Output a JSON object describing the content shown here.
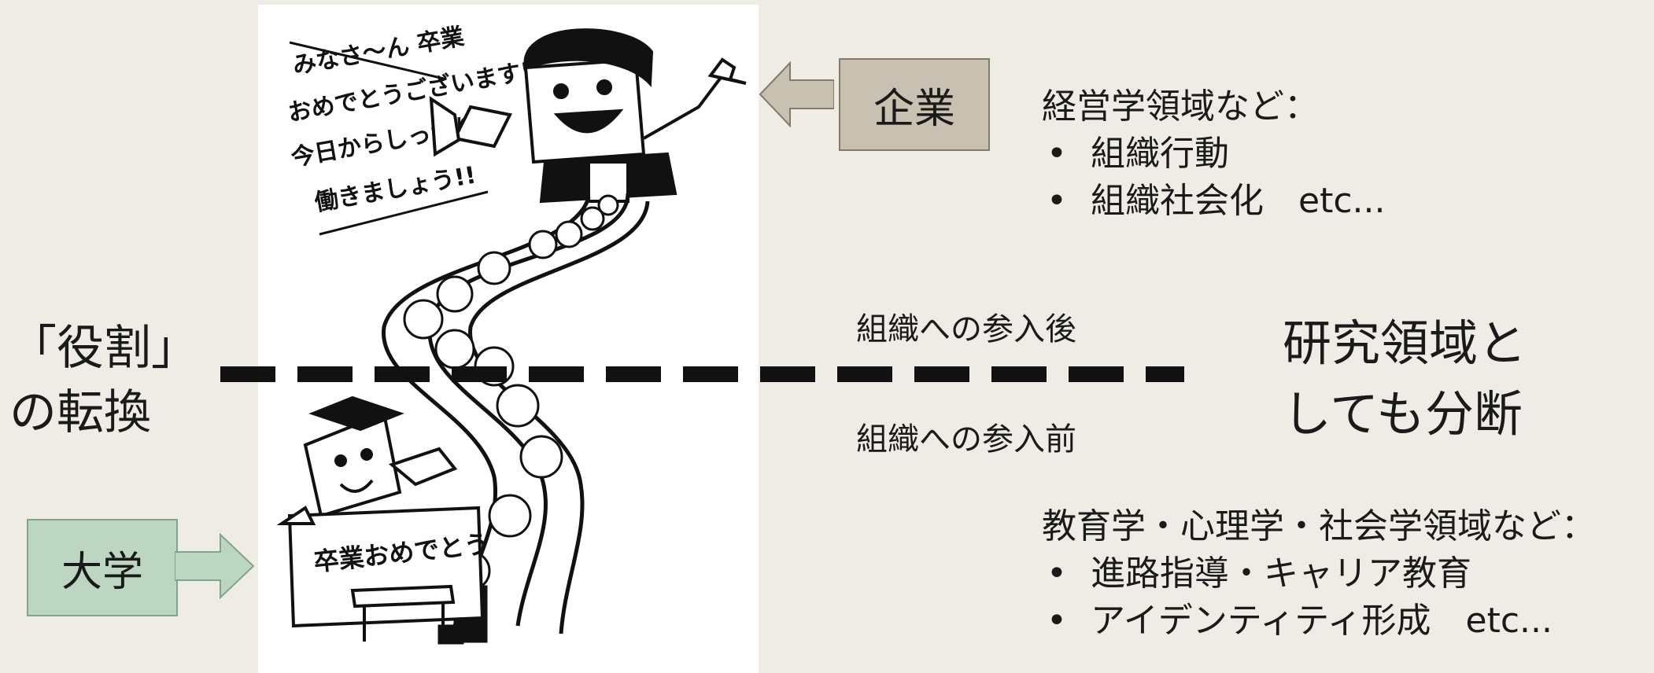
{
  "illustration": {
    "speech": [
      "みなさ～ん 卒業",
      "おめでとうございます!",
      "今日からしっかり",
      "働きましょう!!"
    ],
    "sign": "卒業おめでとう"
  },
  "company_box": {
    "label": "企業"
  },
  "university_box": {
    "label": "大学"
  },
  "role_label": {
    "line1": "「役割」",
    "line2": "の転換"
  },
  "divide_label": {
    "line1": "研究領域と",
    "line2": "しても分断"
  },
  "phase_after": "組織への参入後",
  "phase_before": "組織への参入前",
  "top_fields": {
    "heading": "経営学領域など：",
    "items": [
      "組織行動",
      "組織社会化　etc..."
    ]
  },
  "bottom_fields": {
    "heading": "教育学・心理学・社会学領域など：",
    "items": [
      "進路指導・キャリア教育",
      "アイデンティティ形成　etc..."
    ]
  },
  "colors": {
    "background": "#efece6",
    "company_box": "#c8c0b0",
    "university_box": "#bcd6c2",
    "divider": "#111111"
  }
}
